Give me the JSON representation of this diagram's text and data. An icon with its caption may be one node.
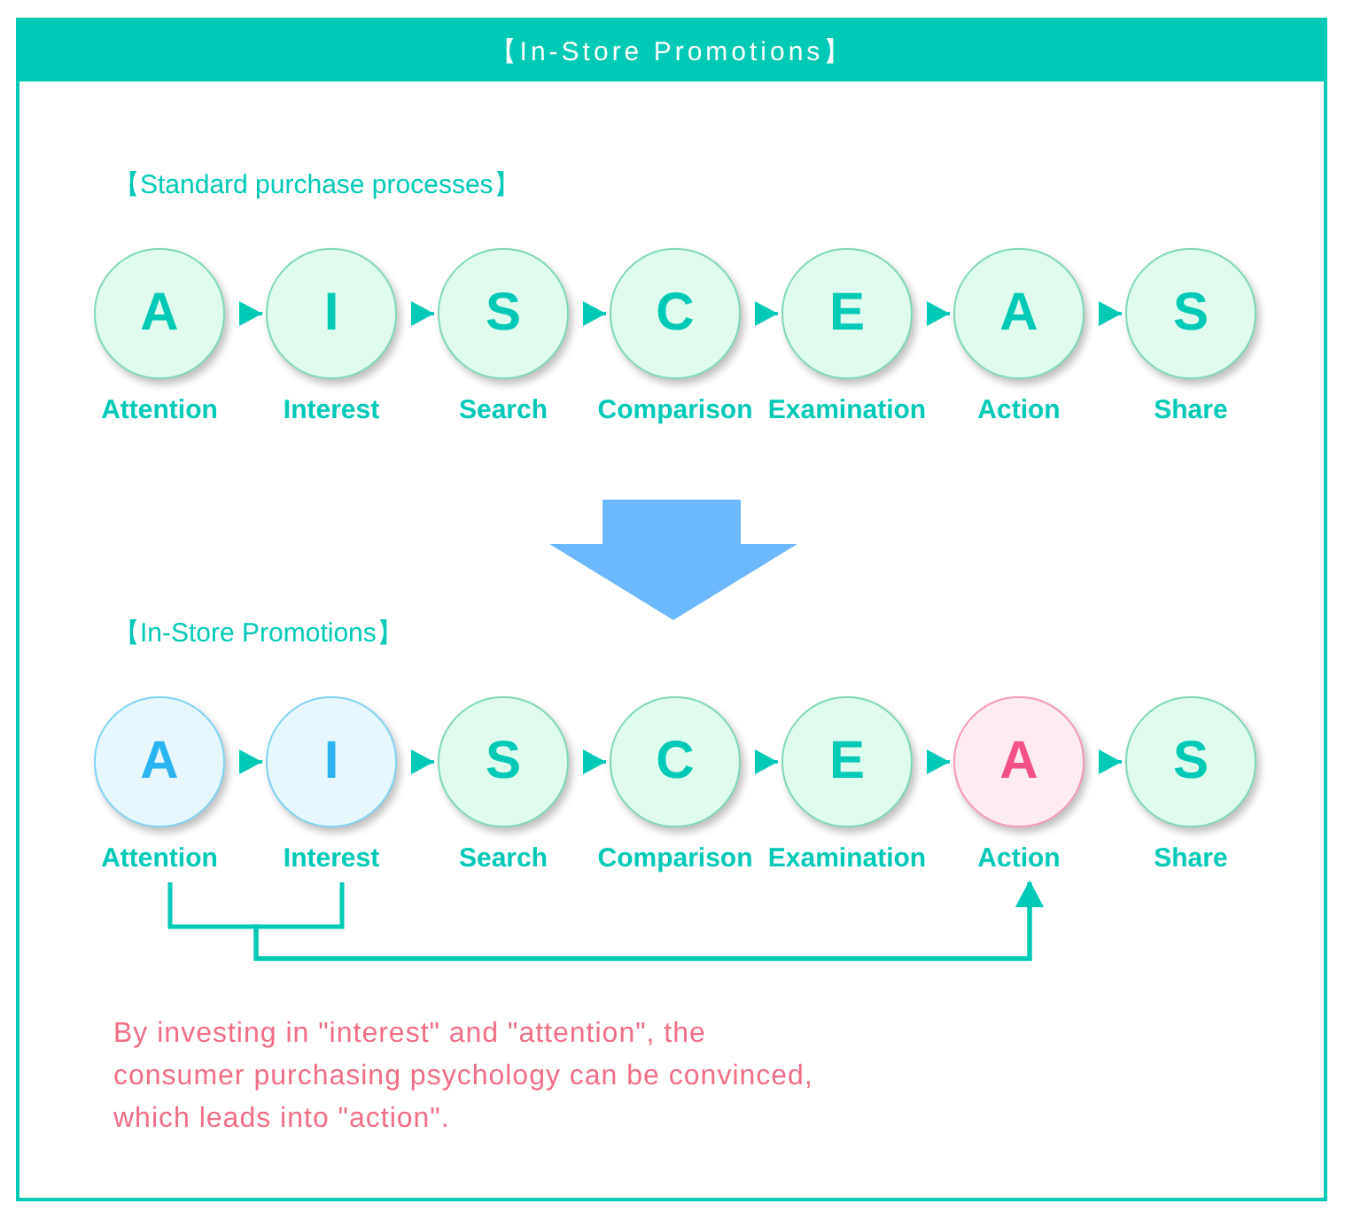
{
  "diagram": {
    "title": "【In-Store Promotions】",
    "nodes": [
      {
        "text": [
          "A"
        ],
        "beside": [
          "Attention"
        ]
      },
      {
        "text": [
          "I"
        ],
        "beside": [
          "Interest"
        ]
      },
      {
        "text": [
          "S"
        ],
        "beside": [
          "Search"
        ]
      },
      {
        "text": [
          "C"
        ],
        "beside": [
          "Comparison"
        ]
      },
      {
        "text": [
          "E"
        ],
        "beside": [
          "Examination"
        ]
      },
      {
        "text": [
          "A"
        ],
        "beside": [
          "Action"
        ]
      },
      {
        "text": [
          "S"
        ],
        "beside": [
          "Share"
        ]
      },
      {
        "text": [
          "A"
        ],
        "beside": [
          "Attention"
        ]
      },
      {
        "text": [
          "I"
        ],
        "beside": [
          "Interest"
        ]
      },
      {
        "text": [
          "S"
        ],
        "beside": [
          "Search"
        ]
      },
      {
        "text": [
          "C"
        ],
        "beside": [
          "Comparison"
        ]
      },
      {
        "text": [
          "E"
        ],
        "beside": [
          "Examination"
        ]
      },
      {
        "text": [
          "A"
        ],
        "beside": [
          "Action"
        ]
      },
      {
        "text": [
          "S"
        ],
        "beside": [
          "Share"
        ]
      }
    ],
    "edges": [
      {
        "from": 0,
        "to": 1,
        "arrow": "to"
      },
      {
        "from": 1,
        "to": 2,
        "arrow": "to"
      },
      {
        "from": 2,
        "to": 3,
        "arrow": "to"
      },
      {
        "from": 3,
        "to": 4,
        "arrow": "to"
      },
      {
        "from": 4,
        "to": 5,
        "arrow": "to"
      },
      {
        "from": 5,
        "to": 6,
        "arrow": "to"
      },
      {
        "from": 7,
        "to": 8,
        "arrow": "to"
      },
      {
        "from": 8,
        "to": 9,
        "arrow": "to"
      },
      {
        "from": 9,
        "to": 10,
        "arrow": "to"
      },
      {
        "from": 10,
        "to": 11,
        "arrow": "to"
      },
      {
        "from": 11,
        "to": 12,
        "arrow": "to"
      },
      {
        "from": 12,
        "to": 13,
        "arrow": "to"
      },
      {
        "from": 7,
        "to": 12,
        "arrow": "to"
      },
      {
        "from": 8,
        "to": 12,
        "arrow": "to"
      }
    ],
    "labels": [
      "【Standard purchase processes】",
      "【In-Store Promotions】"
    ],
    "caption": "By investing in \"interest\" and \"attention\", the consumer purchasing psychology can be convinced, which leads into \"action\"."
  }
}
